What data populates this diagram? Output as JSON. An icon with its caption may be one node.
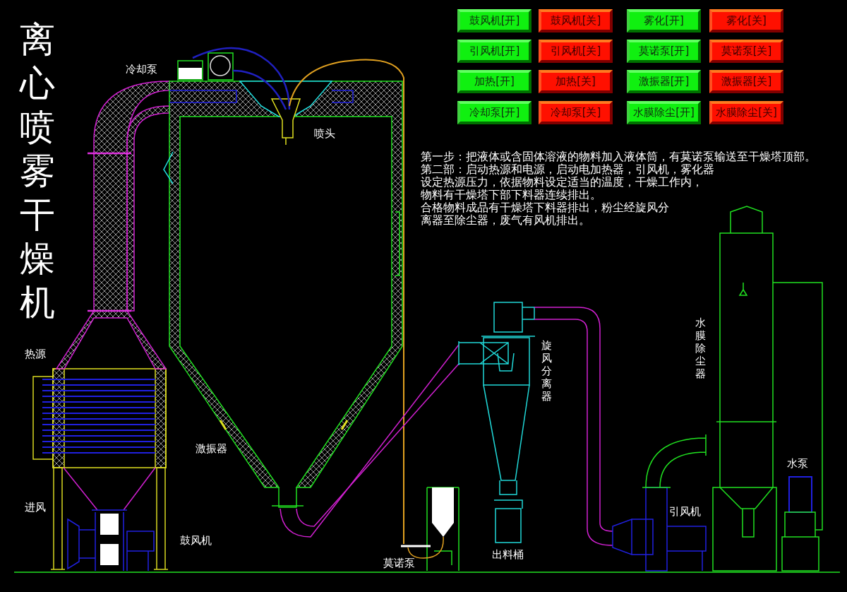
{
  "diagram": {
    "title": "离心喷雾干燥机",
    "nodes": [
      {
        "text": [
          "鼓风机[开]"
        ]
      },
      {
        "text": [
          "鼓风机[关]"
        ]
      },
      {
        "text": [
          "雾化[开]"
        ]
      },
      {
        "text": [
          "雾化[关]"
        ]
      },
      {
        "text": [
          "引风机[开]"
        ]
      },
      {
        "text": [
          "引风机[关]"
        ]
      },
      {
        "text": [
          "莫诺泵[开]"
        ]
      },
      {
        "text": [
          "莫诺泵[关]"
        ]
      },
      {
        "text": [
          "加热[开]"
        ]
      },
      {
        "text": [
          "加热[关]"
        ]
      },
      {
        "text": [
          "激振器[开]"
        ]
      },
      {
        "text": [
          "激振器[关]"
        ]
      },
      {
        "text": [
          "冷却泵[开]"
        ]
      },
      {
        "text": [
          "冷却泵[关]"
        ]
      },
      {
        "text": [
          "水膜除尘[开]"
        ]
      },
      {
        "text": [
          "水膜除尘[关]"
        ]
      }
    ],
    "labels": [
      "第一步：把液体或含固体溶液的物料加入液体筒，有莫诺泵输送至干燥塔顶部。",
      "第二部：启动热源和电源，启动电加热器，引风机，雾化器",
      "设定热源压力，依据物料设定适当的温度，干燥工作内，物料有干燥塔下部下料器连续排出。",
      "合格物料成品有干燥塔下料器排出，粉尘经旋风分离器至除尘器，废气有风机排出。",
      "冷却泵",
      "喷头",
      "热源",
      "旋风分离器",
      "水膜除尘器",
      "激振器",
      "水泵",
      "进风",
      "引风机",
      "鼓风机",
      "莫诺泵",
      "出料桶"
    ]
  }
}
